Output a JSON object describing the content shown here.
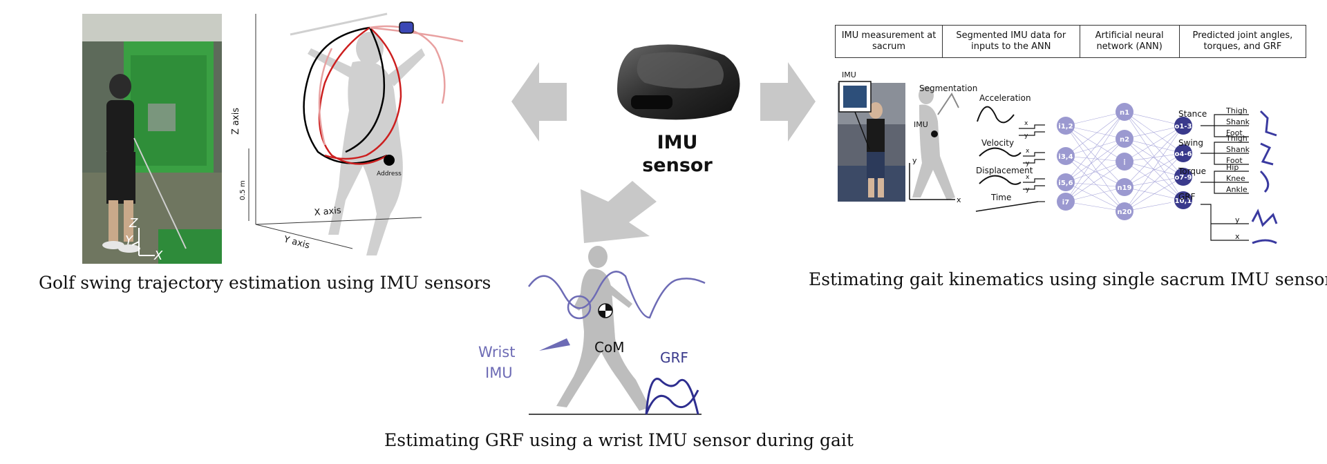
{
  "golf": {
    "caption": "Golf swing trajectory estimation using  IMU sensors",
    "z_axis": "Z axis",
    "x_axis": "X axis",
    "y_axis": "Y axis",
    "scale": "0.5 m",
    "address": "Address",
    "axes_Z": "Z",
    "axes_Y": "Y",
    "axes_X": "X"
  },
  "center": {
    "title_line1": "IMU",
    "title_line2": "sensor"
  },
  "gait": {
    "caption": "Estimating gait kinematics using single sacrum IMU sensor",
    "table_headers": [
      "IMU measurement at sacrum",
      "Segmented IMU data for inputs to the ANN",
      "Artificial neural network (ANN)",
      "Predicted joint angles, torques, and GRF"
    ],
    "imu_label": "IMU",
    "imu_label2": "IMU",
    "segmentation": "Segmentation",
    "acceleration": "Acceleration",
    "velocity": "Velocity",
    "displacement": "Displacement",
    "time": "Time",
    "x": "x",
    "y": "y",
    "inputs": [
      "i1,2",
      "i3,4",
      "i5,6",
      "i7"
    ],
    "hidden": [
      "n1",
      "n2",
      "⋮",
      "n19",
      "n20"
    ],
    "outputs": [
      "o1-3",
      "o4-6",
      "o7-9",
      "o10,11"
    ],
    "stance": "Stance",
    "swing": "Swing",
    "torque": "Torque",
    "grf": "GRF",
    "stance_items": [
      "Thigh",
      "Shank",
      "Foot"
    ],
    "swing_items": [
      "Thigh",
      "Shank",
      "Foot"
    ],
    "torque_items": [
      "Hip",
      "Knee",
      "Ankle"
    ],
    "grf_items": [
      "y",
      "x"
    ]
  },
  "wrist": {
    "caption": "Estimating GRF using a wrist IMU sensor during gait",
    "wrist_label_1": "Wrist",
    "wrist_label_2": "IMU",
    "com": "CoM",
    "grf": "GRF"
  },
  "colors": {
    "accent_purple": "#5b5aa8",
    "node_light": "#9b99d0",
    "node_dark": "#3a3a8c",
    "arrow_gray": "#c8c8c8",
    "silhouette": "#bdbdbd"
  }
}
